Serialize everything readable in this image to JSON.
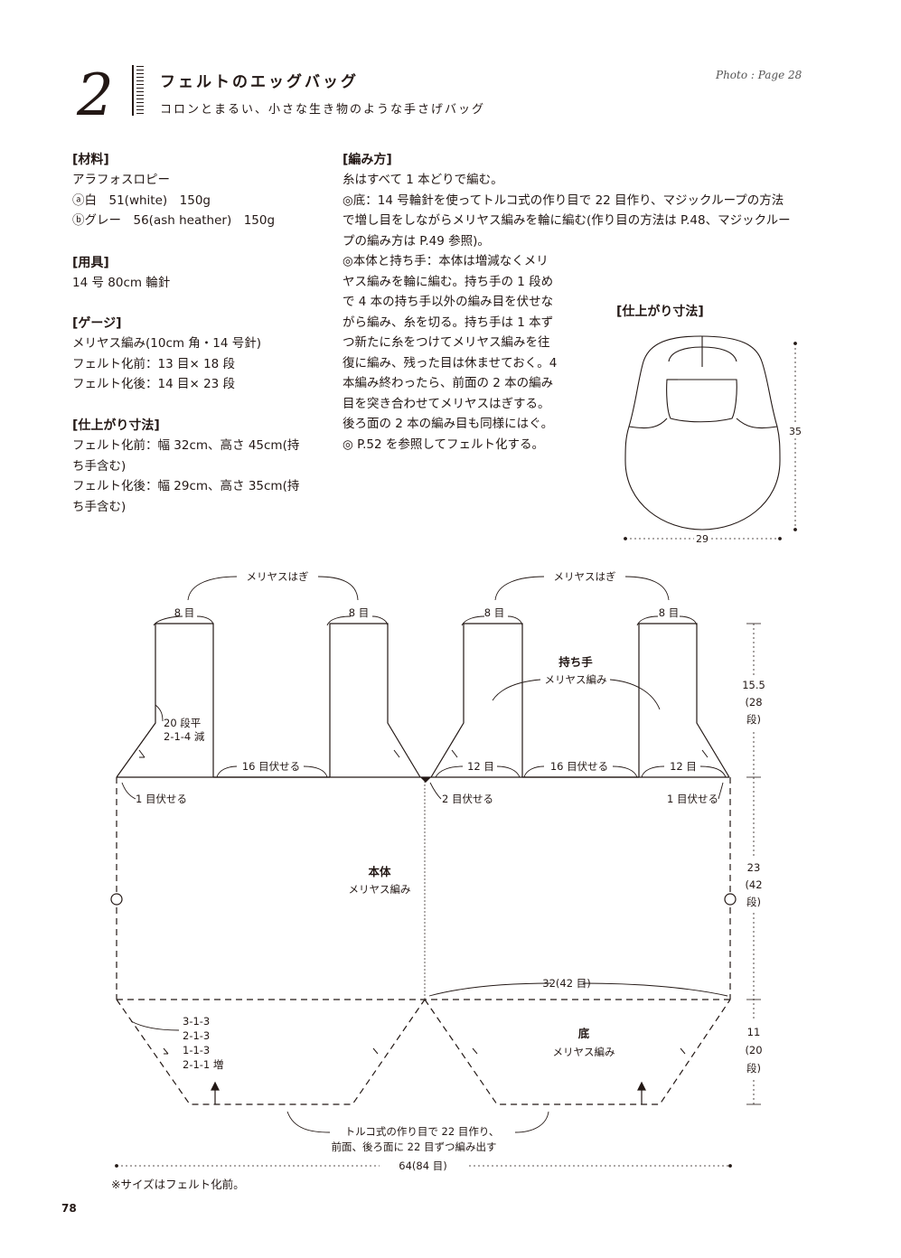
{
  "header": {
    "pattern_number": "2",
    "title": "フェルトのエッグバッグ",
    "subtitle": "コロンとまるい、小さな生き物のような手さげバッグ",
    "photo_ref": "Photo : Page 28"
  },
  "materials": {
    "heading": "[材料]",
    "lines": [
      "アラフォスロピー",
      "ⓐ白　51(white)　150g",
      "ⓑグレー　56(ash heather)　150g"
    ]
  },
  "tools": {
    "heading": "[用具]",
    "lines": [
      "14 号 80cm 輪針"
    ]
  },
  "gauge": {
    "heading": "[ゲージ]",
    "lines": [
      "メリヤス編み(10cm 角・14 号針)",
      "フェルト化前：13 目× 18 段",
      "フェルト化後：14 目× 23 段"
    ]
  },
  "finished_size": {
    "heading": "[仕上がり寸法]",
    "lines": [
      "フェルト化前：幅 32cm、高さ 45cm(持",
      "ち手含む)",
      "フェルト化後：幅 29cm、高さ 35cm(持",
      "ち手含む)"
    ]
  },
  "instructions": {
    "heading": "[編み方]",
    "lines": [
      "糸はすべて 1 本どりで編む。",
      "◎底：14 号輪針を使ってトルコ式の作り目で 22 目作り、マジックループの方法",
      "で増し目をしながらメリヤス編みを輪に編む(作り目の方法は P.48、マジックルー",
      "プの編み方は P.49 参照)。",
      "◎本体と持ち手：本体は増減なくメリ",
      "ヤス編みを輪に編む。持ち手の 1 段め",
      "で 4 本の持ち手以外の編み目を伏せな",
      "がら編み、糸を切る。持ち手は 1 本ず",
      "つ新たに糸をつけてメリヤス編みを往",
      "復に編み、残った目は休ませておく。4",
      "本編み終わったら、前面の 2 本の編み",
      "目を突き合わせてメリヤスはぎする。",
      "後ろ面の 2 本の編み目も同様にはぐ。",
      "◎ P.52 を参照してフェルト化する。"
    ]
  },
  "size_diagram": {
    "heading": "[仕上がり寸法]",
    "height": "35",
    "width": "29"
  },
  "chart": {
    "graft_left": "メリヤスはぎ",
    "graft_right": "メリヤスはぎ",
    "handle_stitches": [
      "8 目",
      "8 目",
      "8 目",
      "8 目"
    ],
    "handle_label": "持ち手",
    "handle_stitch": "メリヤス編み",
    "decrease_1": "20 段平",
    "decrease_2": "2-1-4 減",
    "bind_off_center_left": "16 目伏せる",
    "bind_off_center_right": "16 目伏せる",
    "twelve_left": "12 目",
    "twelve_right": "12 目",
    "bind_one_left": "1 目伏せる",
    "bind_two_center": "2 目伏せる",
    "bind_one_right": "1 目伏せる",
    "body_label": "本体",
    "body_stitch": "メリヤス編み",
    "body_width": "32(42 目)",
    "bottom_label": "底",
    "bottom_stitch": "メリヤス編み",
    "increase_lines": [
      "3-1-3",
      "2-1-3",
      "1-1-3",
      "2-1-1 増"
    ],
    "cast_on_1": "トルコ式の作り目で 22 目作り、",
    "cast_on_2": "前面、後ろ面に 22 目ずつ編み出す",
    "total_width": "64(84 目)",
    "dim_handle_1": "15.5",
    "dim_handle_2": "(28",
    "dim_handle_3": "段)",
    "dim_body_1": "23",
    "dim_body_2": "(42",
    "dim_body_3": "段)",
    "dim_bottom_1": "11",
    "dim_bottom_2": "(20",
    "dim_bottom_3": "段)"
  },
  "footer": {
    "note": "※サイズはフェルト化前。",
    "page_number": "78"
  }
}
